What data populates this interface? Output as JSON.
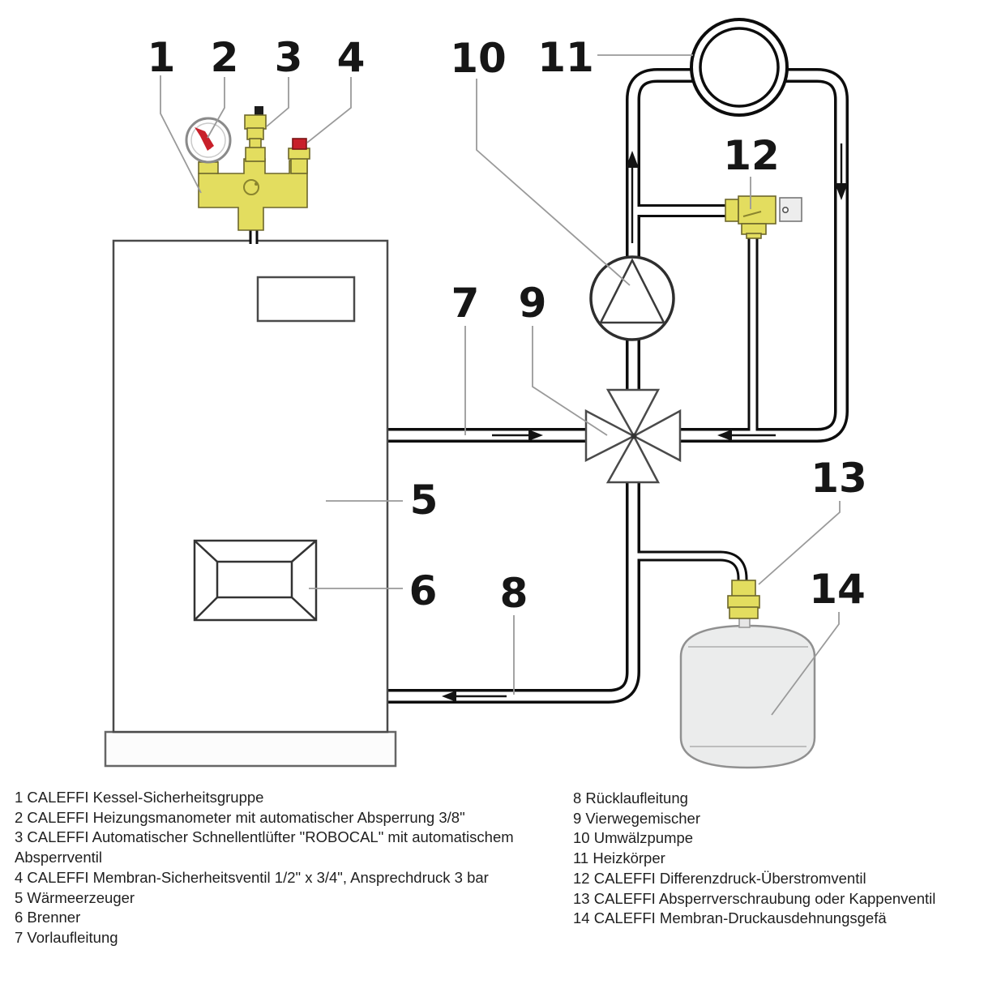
{
  "diagram": {
    "callouts": {
      "1": "1",
      "2": "2",
      "3": "3",
      "4": "4",
      "5": "5",
      "6": "6",
      "7": "7",
      "8": "8",
      "9": "9",
      "10": "10",
      "11": "11",
      "12": "12",
      "13": "13",
      "14": "14"
    }
  },
  "legend": {
    "left_lines": [
      "1 CALEFFI Kessel-Sicherheitsgruppe",
      "2 CALEFFI Heizungsmanometer mit automatischer Absperrung 3/8\"",
      "3 CALEFFI Automatischer Schnellentlüfter \"ROBOCAL\" mit automatischem",
      "Absperrventil",
      "4 CALEFFI Membran-Sicherheitsventil 1/2\" x 3/4\", Ansprechdruck 3 bar",
      "5 Wärmeerzeuger",
      "6 Brenner",
      "7 Vorlaufleitung"
    ],
    "right_lines": [
      "8 Rücklaufleitung",
      "9 Vierwegemischer",
      "10 Umwälzpumpe",
      "11 Heizkörper",
      "12 CALEFFI Differenzdruck-Überstromventil",
      "13 CALEFFI Absperrverschraubung oder Kappenventil",
      "14 CALEFFI Membran-Druckausdehnungsgefä"
    ]
  },
  "colors": {
    "brass": "#e3dd5f",
    "cap_red": "#c8202a",
    "pipe_outline": "#0d0d0d",
    "leader_gray": "#9a9a9a",
    "vessel_gray": "#ebecec",
    "knob_gray": "#ededed"
  }
}
